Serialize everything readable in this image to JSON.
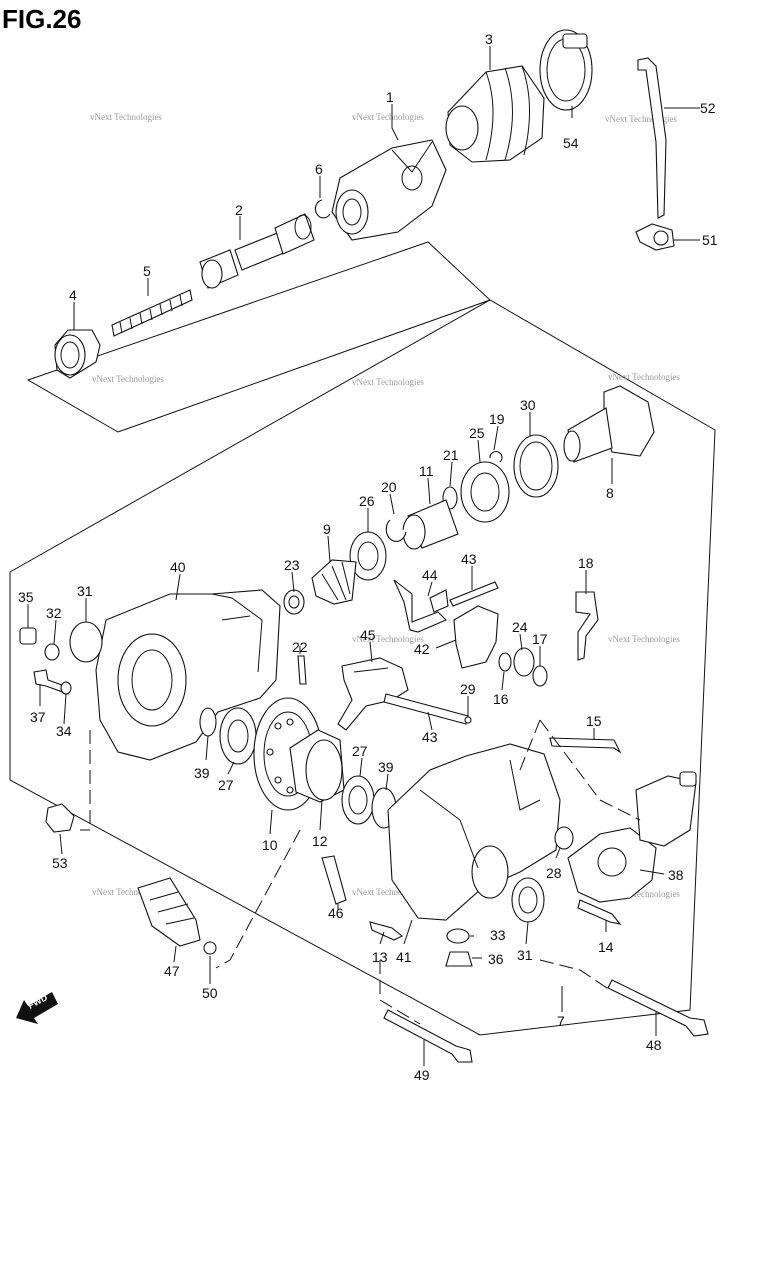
{
  "figure": {
    "title": "FIG.26"
  },
  "watermark": "vNext Technologies",
  "fwd_label": "FWD",
  "callouts": [
    "1",
    "2",
    "3",
    "4",
    "5",
    "6",
    "7",
    "8",
    "9",
    "10",
    "11",
    "12",
    "13",
    "14",
    "15",
    "16",
    "17",
    "18",
    "19",
    "20",
    "21",
    "22",
    "23",
    "24",
    "25",
    "26",
    "27",
    "27",
    "28",
    "29",
    "30",
    "31",
    "31",
    "32",
    "33",
    "34",
    "35",
    "36",
    "37",
    "38",
    "39",
    "39",
    "40",
    "41",
    "42",
    "43",
    "43",
    "44",
    "45",
    "46",
    "47",
    "48",
    "49",
    "50",
    "51",
    "52",
    "53",
    "54"
  ]
}
